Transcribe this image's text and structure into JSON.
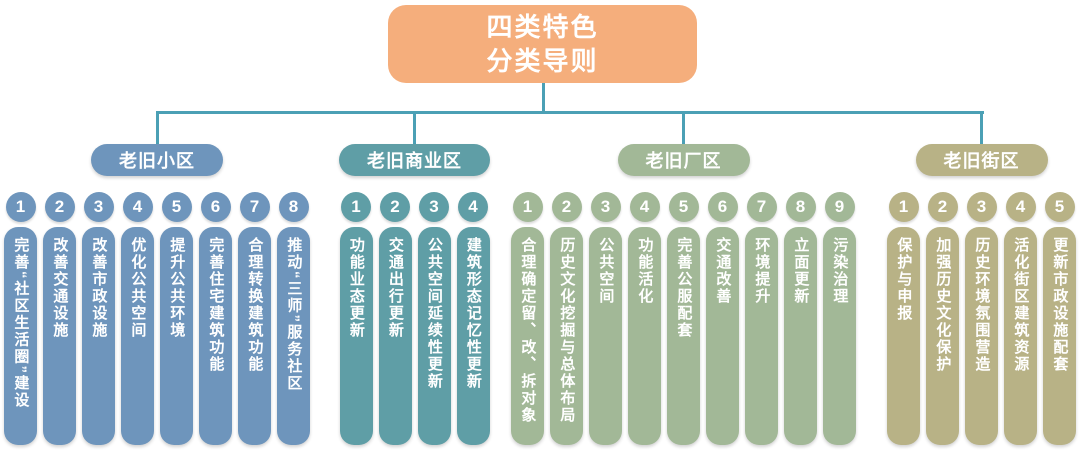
{
  "root": {
    "line1": "四类特色",
    "line2": "分类导则",
    "color": "#F5AE7C"
  },
  "connector_color": "#4BA0B5",
  "groups": [
    {
      "name": "老旧小区",
      "color": "#6E95BC",
      "items": [
        {
          "num": "1",
          "label": "完善“社区生活圈”建设"
        },
        {
          "num": "2",
          "label": "改善交通设施"
        },
        {
          "num": "3",
          "label": "改善市政设施"
        },
        {
          "num": "4",
          "label": "优化公共空间"
        },
        {
          "num": "5",
          "label": "提升公共环境"
        },
        {
          "num": "6",
          "label": "完善住宅建筑功能"
        },
        {
          "num": "7",
          "label": "合理转换建筑功能"
        },
        {
          "num": "8",
          "label": "推动“三师”服务社区"
        }
      ]
    },
    {
      "name": "老旧商业区",
      "color": "#5F9EA6",
      "items": [
        {
          "num": "1",
          "label": "功能业态更新"
        },
        {
          "num": "2",
          "label": "交通出行更新"
        },
        {
          "num": "3",
          "label": "公共空间延续性更新"
        },
        {
          "num": "4",
          "label": "建筑形态记忆性更新"
        }
      ]
    },
    {
      "name": "老旧厂区",
      "color": "#A2B897",
      "items": [
        {
          "num": "1",
          "label": "合理确定留、改、拆对象"
        },
        {
          "num": "2",
          "label": "历史文化挖掘与总体布局"
        },
        {
          "num": "3",
          "label": "公共空间"
        },
        {
          "num": "4",
          "label": "功能活化"
        },
        {
          "num": "5",
          "label": "完善公服配套"
        },
        {
          "num": "6",
          "label": "交通改善"
        },
        {
          "num": "7",
          "label": "环境提升"
        },
        {
          "num": "8",
          "label": "立面更新"
        },
        {
          "num": "9",
          "label": "污染治理"
        }
      ]
    },
    {
      "name": "老旧街区",
      "color": "#B8B286",
      "items": [
        {
          "num": "1",
          "label": "保护与申报"
        },
        {
          "num": "2",
          "label": "加强历史文化保护"
        },
        {
          "num": "3",
          "label": "历史环境氛围营造"
        },
        {
          "num": "4",
          "label": "活化街区建筑资源"
        },
        {
          "num": "5",
          "label": "更新市政设施配套"
        }
      ]
    }
  ]
}
